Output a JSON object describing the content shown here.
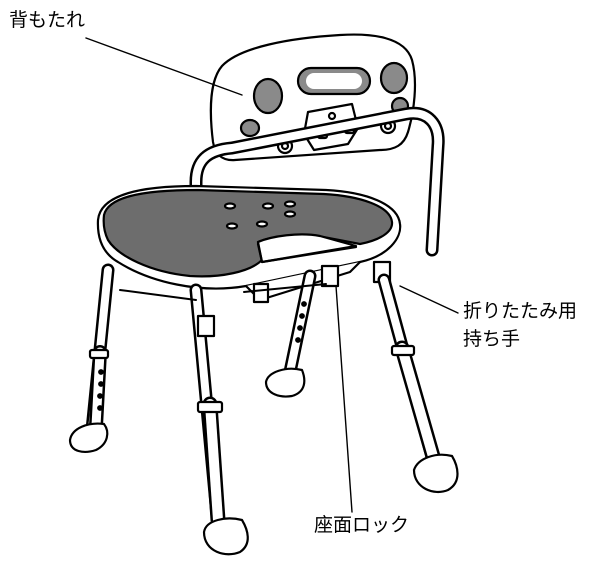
{
  "diagram": {
    "labels": {
      "backrest": "背もたれ",
      "folding_handle_line1": "折りたたみ用",
      "folding_handle_line2": "持ち手",
      "seat_lock": "座面ロック"
    },
    "colors": {
      "line": "#000000",
      "seat_fill": "#6d6d6d",
      "frame_fill": "#ffffff",
      "hole_fill": "#8a8a8a"
    }
  }
}
